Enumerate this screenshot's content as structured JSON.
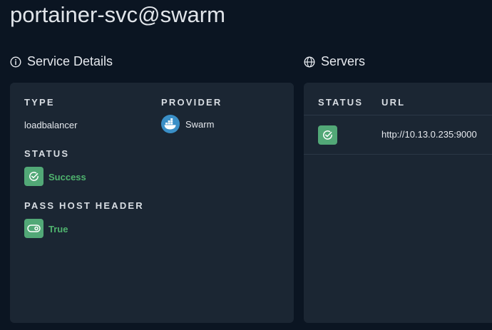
{
  "page": {
    "title": "portainer-svc@swarm"
  },
  "service_details": {
    "heading": "Service Details",
    "type_label": "TYPE",
    "type_value": "loadbalancer",
    "provider_label": "PROVIDER",
    "provider_value": "Swarm",
    "status_label": "STATUS",
    "status_value": "Success",
    "pass_host_header_label": "PASS HOST HEADER",
    "pass_host_header_value": "True"
  },
  "servers": {
    "heading": "Servers",
    "columns": [
      "STATUS",
      "URL"
    ],
    "rows": [
      {
        "status_icon": "check-circle-icon",
        "url": "http://10.13.0.235:9000"
      }
    ]
  },
  "colors": {
    "background": "#0b1522",
    "card": "#1b2633",
    "success": "#52a877",
    "provider_logo": "#3a8fc7"
  }
}
